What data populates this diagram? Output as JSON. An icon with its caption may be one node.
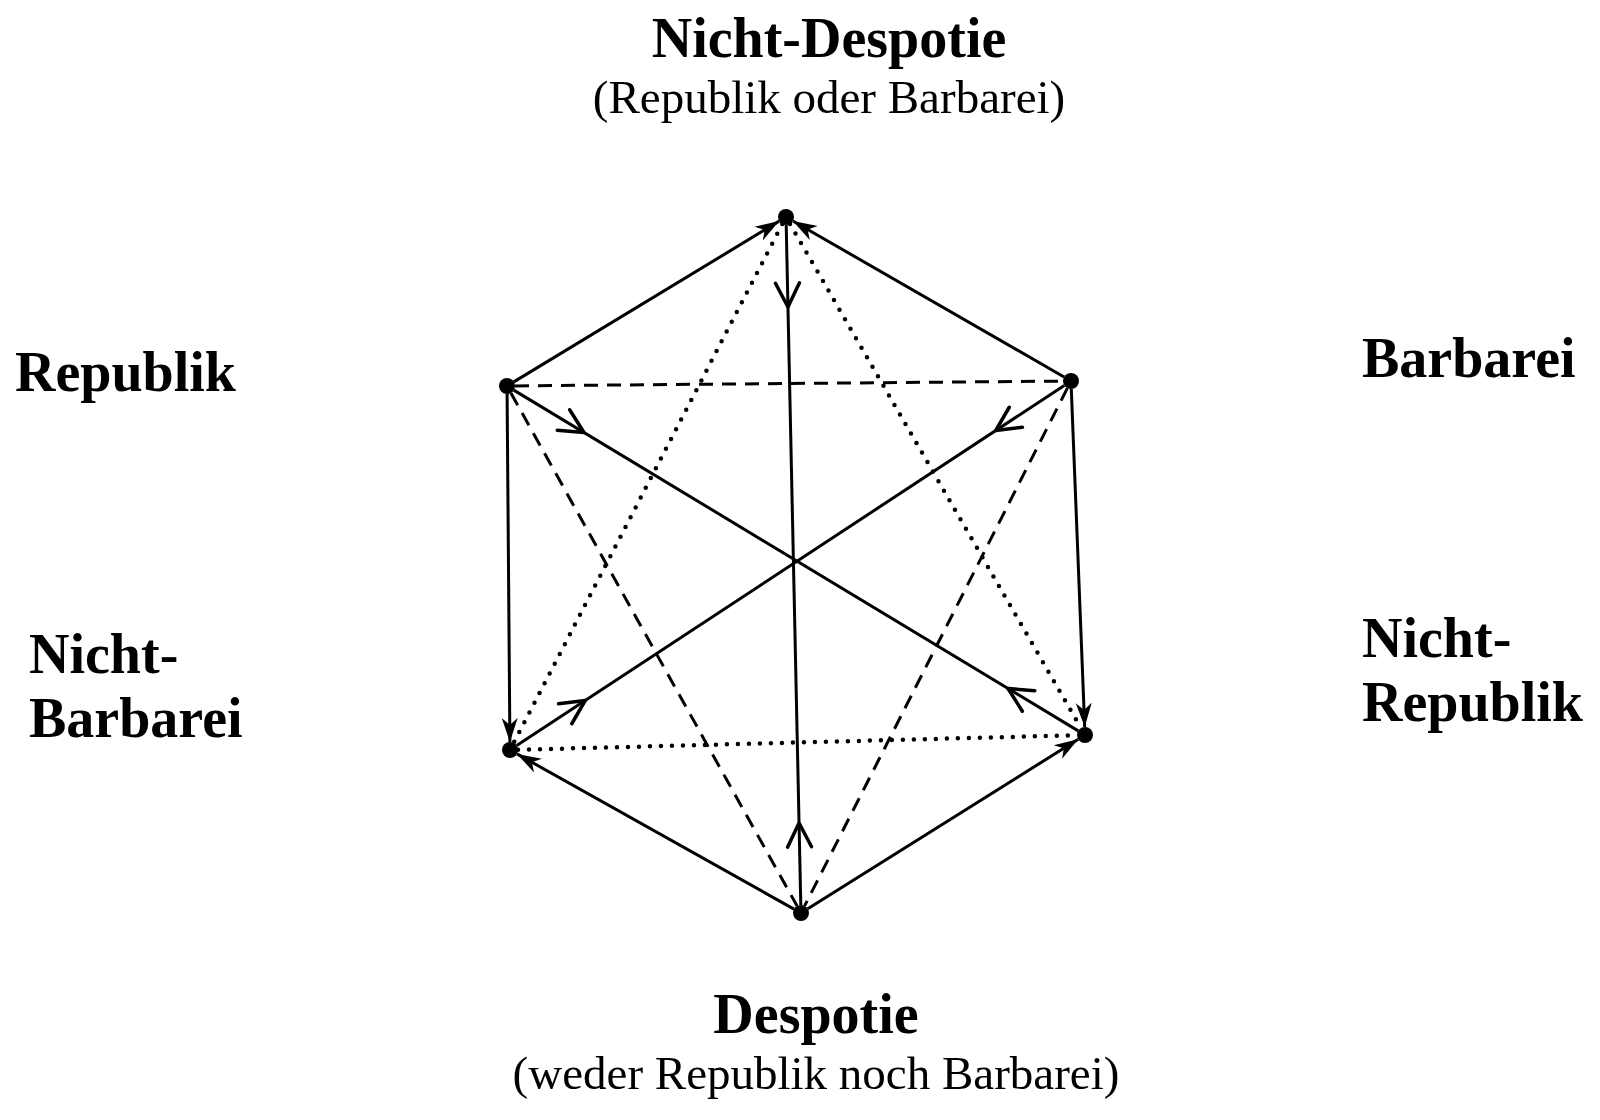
{
  "diagram": {
    "nodes": [
      {
        "text": [],
        "shape": "circle",
        "beside": [
          "Nicht-Despotie",
          "(Republik oder Barbarei)"
        ]
      },
      {
        "text": [],
        "shape": "circle"
      },
      {
        "text": [],
        "shape": "circle"
      },
      {
        "text": [],
        "shape": "circle"
      },
      {
        "text": [],
        "shape": "circle"
      },
      {
        "text": [],
        "shape": "circle",
        "beside": [
          "Despotie",
          "(weder Republik noch Barbarei)"
        ]
      }
    ],
    "edges": [
      {
        "from": 1,
        "to": 0,
        "arrow": "to"
      },
      {
        "from": 2,
        "to": 0,
        "arrow": "to"
      },
      {
        "from": 1,
        "to": 3,
        "arrow": "to"
      },
      {
        "from": 2,
        "to": 4,
        "arrow": "to"
      },
      {
        "from": 5,
        "to": 3,
        "arrow": "to"
      },
      {
        "from": 5,
        "to": 4,
        "arrow": "to"
      },
      {
        "from": 1,
        "to": 2,
        "arrow": "none",
        "style": "dashed"
      },
      {
        "from": 1,
        "to": 5,
        "arrow": "none",
        "style": "dashed"
      },
      {
        "from": 2,
        "to": 5,
        "arrow": "none",
        "style": "dashed"
      },
      {
        "from": 0,
        "to": 3,
        "arrow": "none",
        "style": "dashed"
      },
      {
        "from": 0,
        "to": 4,
        "arrow": "none",
        "style": "dashed"
      },
      {
        "from": 3,
        "to": 4,
        "arrow": "none",
        "style": "dashed"
      },
      {
        "from": 0,
        "to": 5,
        "arrow": "other"
      },
      {
        "from": 1,
        "to": 4,
        "arrow": "other"
      },
      {
        "from": 2,
        "to": 3,
        "arrow": "other"
      }
    ],
    "labels": [
      "Republik",
      "Barbarei",
      "Nicht-Barbarei",
      "Nicht-Republik"
    ]
  }
}
